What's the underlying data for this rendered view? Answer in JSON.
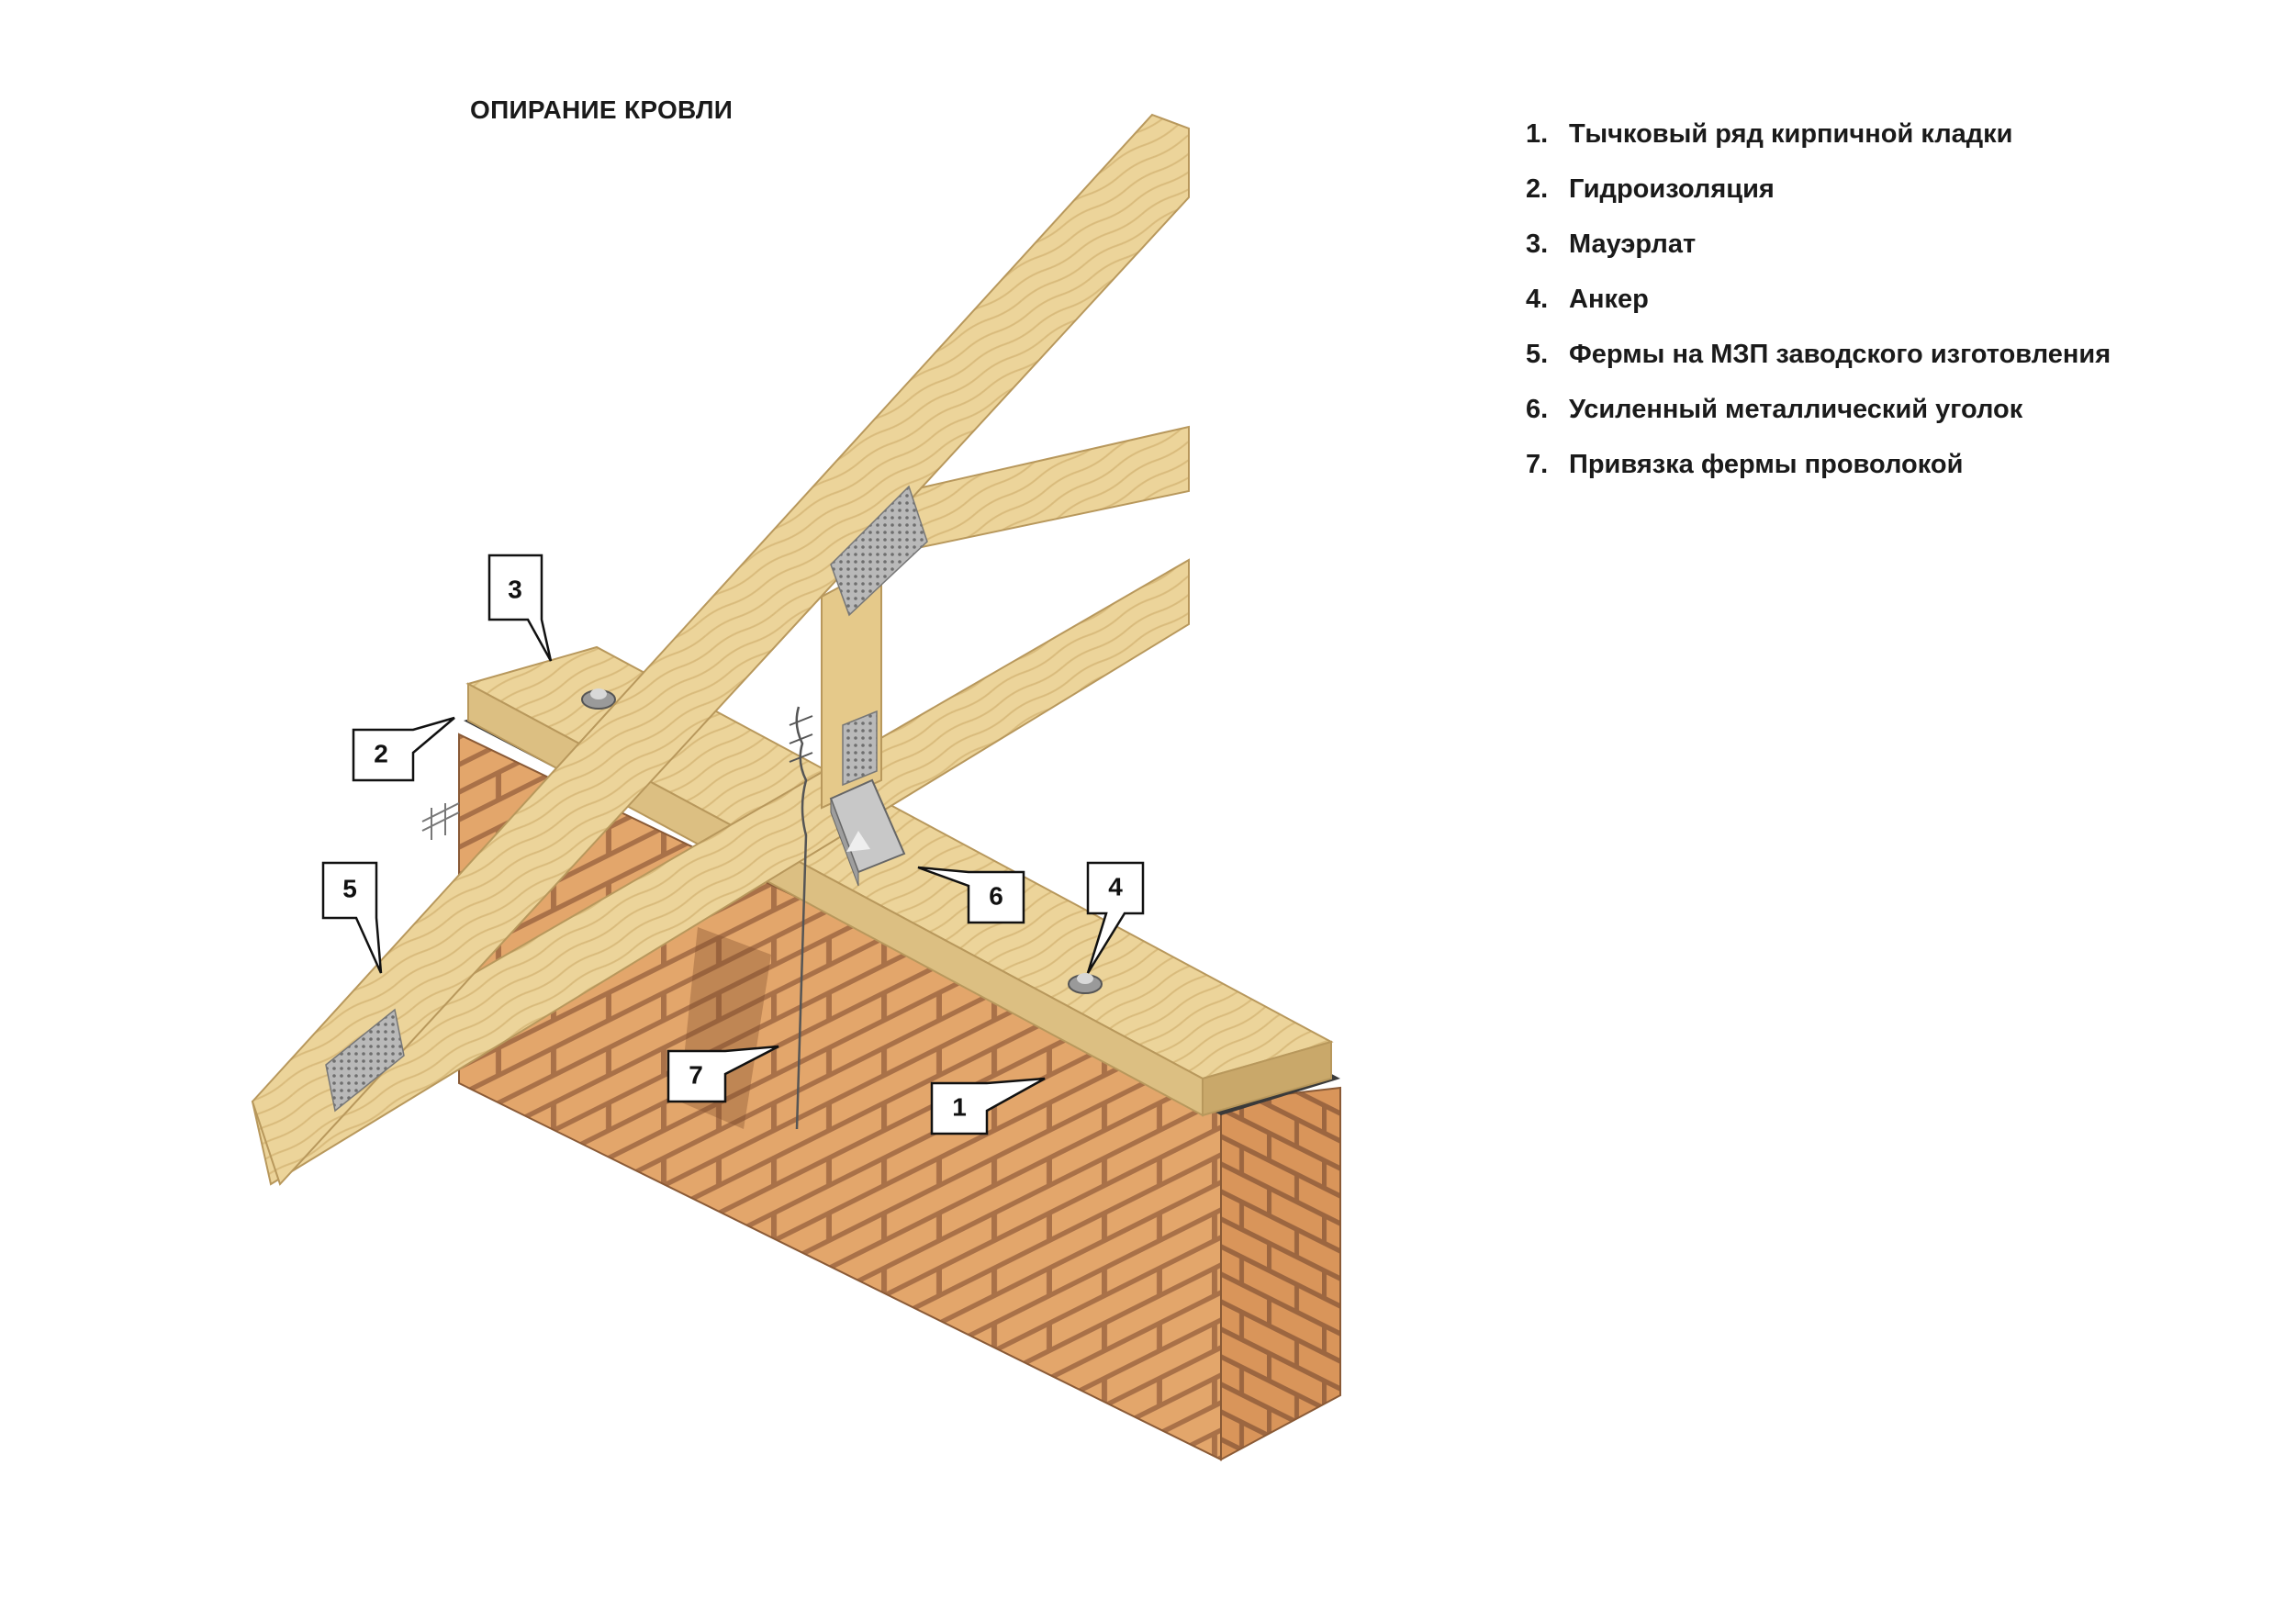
{
  "title": "ОПИРАНИЕ КРОВЛИ",
  "legend": [
    {
      "num": "1.",
      "text": "Тычковый ряд кирпичной кладки"
    },
    {
      "num": "2.",
      "text": "Гидроизоляция"
    },
    {
      "num": "3.",
      "text": "Мауэрлат"
    },
    {
      "num": "4.",
      "text": "Анкер"
    },
    {
      "num": "5.",
      "text": "Фермы на МЗП заводского изготовления"
    },
    {
      "num": "6.",
      "text": "Усиленный металлический уголок"
    },
    {
      "num": "7.",
      "text": "Привязка фермы проволокой"
    }
  ],
  "callouts": {
    "c1": "1",
    "c2": "2",
    "c3": "3",
    "c4": "4",
    "c5": "5",
    "c6": "6",
    "c7": "7"
  },
  "colors": {
    "brick": "#e3a66b",
    "brick_dark": "#c98a52",
    "mortar": "#b07850",
    "wood": "#ecd49a",
    "wood_dark": "#d8b978",
    "waterproofing": "#3a3a3a",
    "steel": "#c8c8c8"
  }
}
